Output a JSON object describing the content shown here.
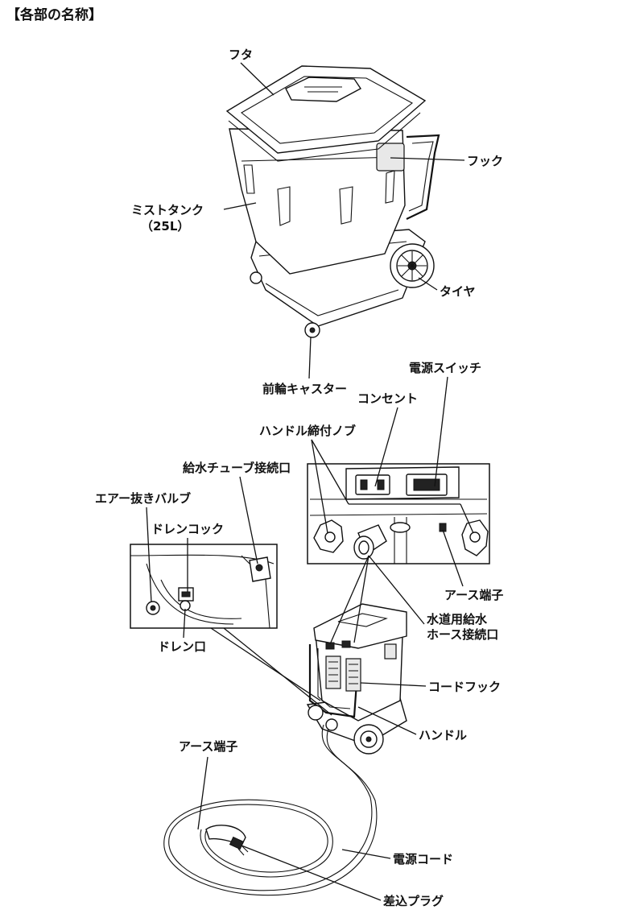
{
  "title": "【各部の名称】",
  "labels": {
    "futa": "フタ",
    "hook": "フック",
    "mist_tank_1": "ミストタンク",
    "mist_tank_2": "（25L）",
    "tire": "タイヤ",
    "caster": "前輪キャスター",
    "power_switch": "電源スイッチ",
    "outlet": "コンセント",
    "handle_knob": "ハンドル締付ノブ",
    "supply_tube": "給水チューブ接続口",
    "air_valve": "エアー抜きバルブ",
    "drain_cock": "ドレンコック",
    "drain_port": "ドレン口",
    "earth_terminal_right": "アース端子",
    "hose_conn_1": "水道用給水",
    "hose_conn_2": "ホース接続口",
    "cord_hook": "コードフック",
    "handle": "ハンドル",
    "earth_terminal_left": "アース端子",
    "power_cord": "電源コード",
    "plug": "差込プラグ"
  }
}
